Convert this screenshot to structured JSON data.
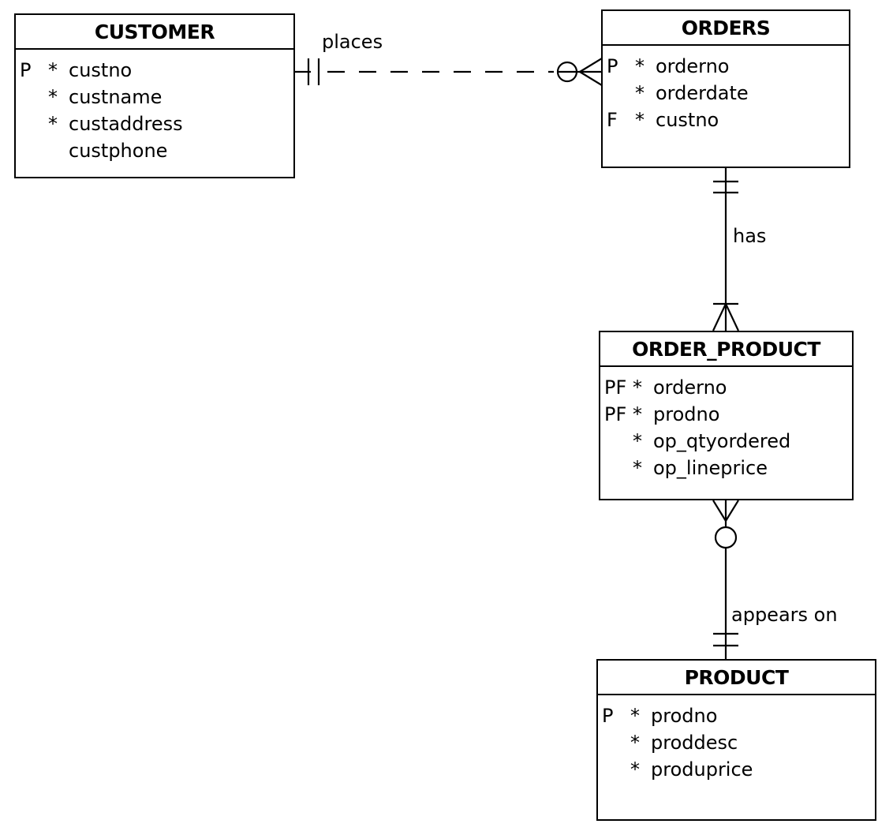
{
  "entities": {
    "customer": {
      "name": "CUSTOMER",
      "attributes": [
        {
          "key": "P",
          "mandatory": "*",
          "name": "custno"
        },
        {
          "key": "",
          "mandatory": "*",
          "name": "custname"
        },
        {
          "key": "",
          "mandatory": "*",
          "name": "custaddress"
        },
        {
          "key": "",
          "mandatory": "",
          "name": "custphone"
        }
      ]
    },
    "orders": {
      "name": "ORDERS",
      "attributes": [
        {
          "key": "P",
          "mandatory": "*",
          "name": "orderno"
        },
        {
          "key": "",
          "mandatory": "*",
          "name": "orderdate"
        },
        {
          "key": "F",
          "mandatory": "*",
          "name": "custno"
        }
      ]
    },
    "order_product": {
      "name": "ORDER_PRODUCT",
      "attributes": [
        {
          "key": "PF",
          "mandatory": "*",
          "name": "orderno"
        },
        {
          "key": "PF",
          "mandatory": "*",
          "name": "prodno"
        },
        {
          "key": "",
          "mandatory": "*",
          "name": "op_qtyordered"
        },
        {
          "key": "",
          "mandatory": "*",
          "name": "op_lineprice"
        }
      ]
    },
    "product": {
      "name": "PRODUCT",
      "attributes": [
        {
          "key": "P",
          "mandatory": "*",
          "name": "prodno"
        },
        {
          "key": "",
          "mandatory": "*",
          "name": "proddesc"
        },
        {
          "key": "",
          "mandatory": "*",
          "name": "produprice"
        }
      ]
    }
  },
  "relationships": {
    "places": {
      "label": "places"
    },
    "has": {
      "label": "has"
    },
    "appears_on": {
      "label": "appears on"
    }
  }
}
